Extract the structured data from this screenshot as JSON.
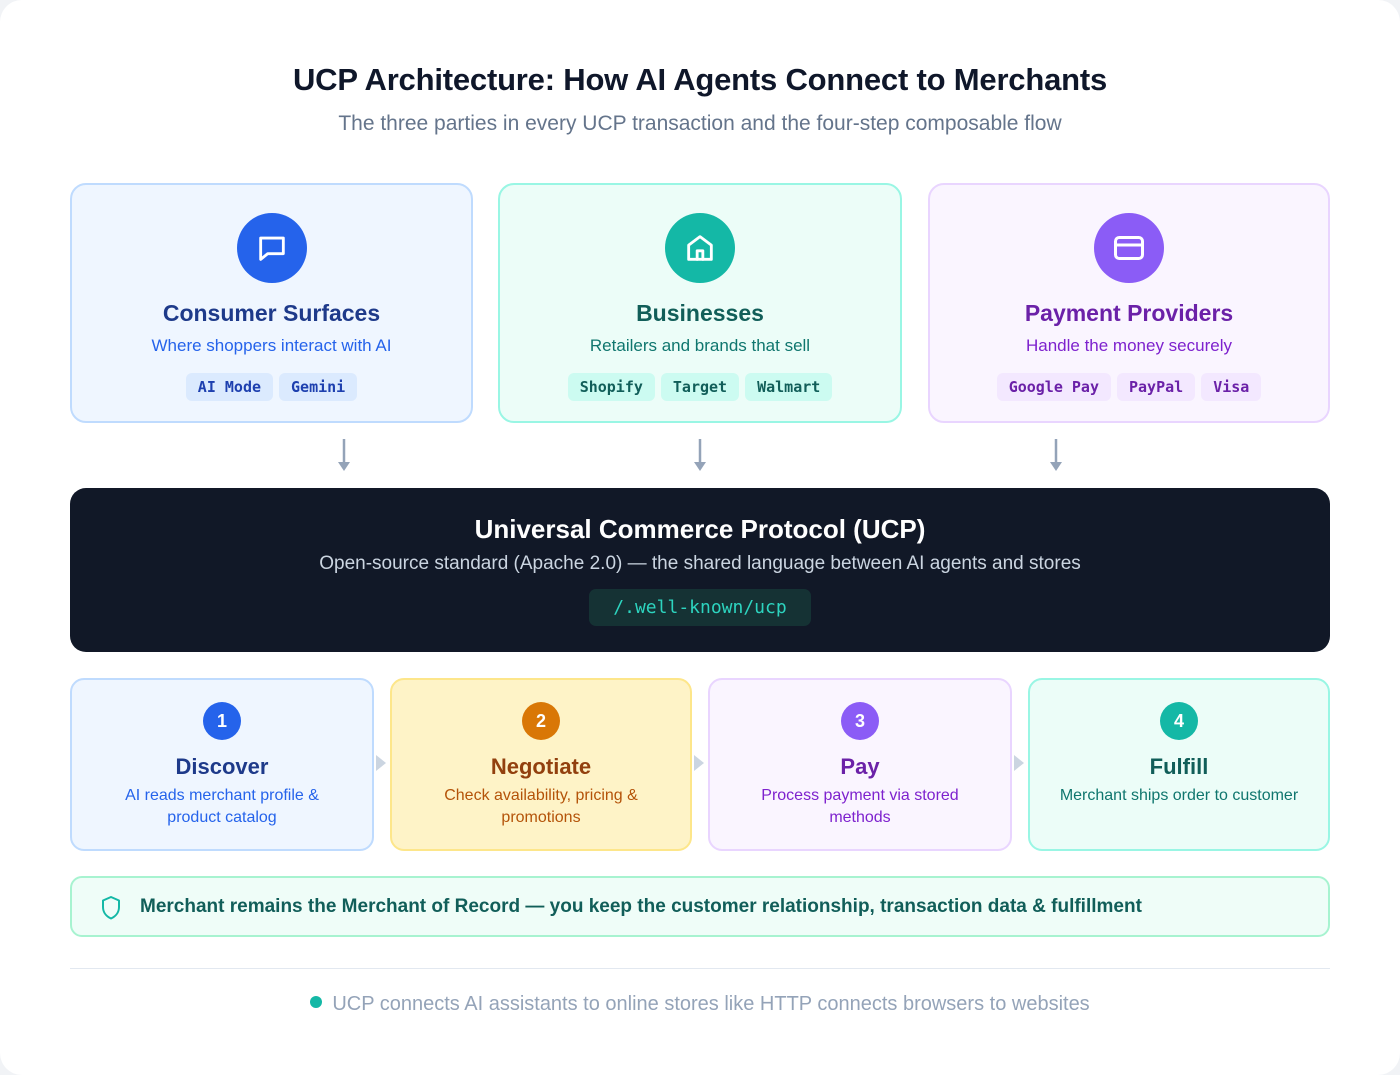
{
  "header": {
    "title": "UCP Architecture: How AI Agents Connect to Merchants",
    "subtitle": "The three parties in every UCP transaction and the four-step composable flow"
  },
  "parties": [
    {
      "title": "Consumer Surfaces",
      "description": "Where shoppers interact with AI",
      "icon": "chat-bubble-icon",
      "tags": [
        "AI Mode",
        "Gemini"
      ],
      "accent": "#2563eb"
    },
    {
      "title": "Businesses",
      "description": "Retailers and brands that sell",
      "icon": "home-icon",
      "tags": [
        "Shopify",
        "Target",
        "Walmart"
      ],
      "accent": "#14b8a6"
    },
    {
      "title": "Payment Providers",
      "description": "Handle the money securely",
      "icon": "credit-card-icon",
      "tags": [
        "Google Pay",
        "PayPal",
        "Visa"
      ],
      "accent": "#8b5cf6"
    }
  ],
  "protocol": {
    "title": "Universal Commerce Protocol (UCP)",
    "description": "Open-source standard (Apache 2.0) — the shared language between AI agents and stores",
    "endpoint": "/.well-known/ucp"
  },
  "steps": [
    {
      "number": "1",
      "title": "Discover",
      "description": "AI reads merchant profile & product catalog",
      "accent": "#2563eb"
    },
    {
      "number": "2",
      "title": "Negotiate",
      "description": "Check availability, pricing & promotions",
      "accent": "#d97706"
    },
    {
      "number": "3",
      "title": "Pay",
      "description": "Process payment via stored methods",
      "accent": "#8b5cf6"
    },
    {
      "number": "4",
      "title": "Fulfill",
      "description": "Merchant ships order to customer",
      "accent": "#14b8a6"
    }
  ],
  "record_note": {
    "text": "Merchant remains the Merchant of Record — you keep the customer relationship, transaction data & fulfillment",
    "icon": "shield-icon"
  },
  "footer": {
    "text": "UCP connects AI assistants to online stores like HTTP connects browsers to websites"
  }
}
